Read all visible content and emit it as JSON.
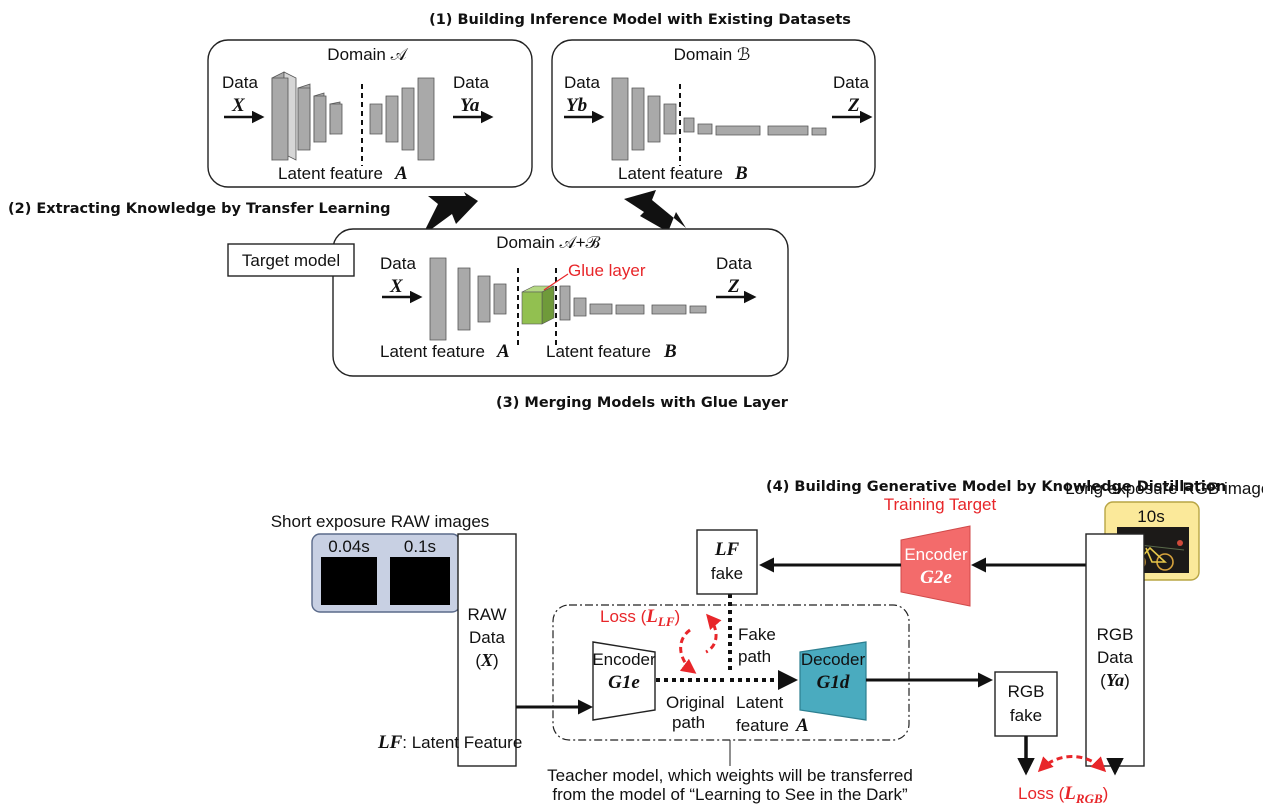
{
  "section1": {
    "title": "(1) Building Inference Model with Existing Datasets"
  },
  "section2": {
    "title": "(2) Extracting Knowledge by Transfer Learning"
  },
  "section3": {
    "title": "(3) Merging Models with Glue Layer"
  },
  "section4": {
    "title": "(4) Building Generative Model by Knowledge Distillation"
  },
  "domainA": {
    "title": "Domain 𝒜",
    "input_label": "Data",
    "input_var": "X",
    "output_label": "Data",
    "output_var": "Ya",
    "latent_label": "Latent feature",
    "latent_var": "A"
  },
  "domainB": {
    "title": "Domain ℬ",
    "input_label": "Data",
    "input_var": "Yb",
    "output_label": "Data",
    "output_var": "Z",
    "latent_label": "Latent feature",
    "latent_var": "B"
  },
  "merged": {
    "title": "Domain 𝒜+ℬ",
    "target_model": "Target model",
    "input_label": "Data",
    "input_var": "X",
    "output_label": "Data",
    "output_var": "Z",
    "glue_label": "Glue layer",
    "latentA_label": "Latent feature",
    "latentA_var": "A",
    "latentB_label": "Latent feature",
    "latentB_var": "B"
  },
  "distill": {
    "raw_title": "Short exposure RAW images",
    "raw_times": [
      "0.04s",
      "0.1s"
    ],
    "rgb_title": "Long exposure RGB images",
    "rgb_time": "10s",
    "training_target": "Training Target",
    "encoder_g2e": {
      "label": "Encoder",
      "var": "G2e"
    },
    "lf_fake": {
      "var": "LF",
      "label": "fake"
    },
    "raw_data": {
      "line1": "RAW",
      "line2": "Data",
      "var": "X"
    },
    "rgb_data": {
      "line1": "RGB",
      "line2": "Data",
      "var": "Ya"
    },
    "loss_lf": {
      "label": "Loss (",
      "var": "L",
      "sub": "LF",
      "close": ")"
    },
    "loss_rgb": {
      "label": "Loss (",
      "var": "L",
      "sub": "RGB",
      "close": ")"
    },
    "fake_path": [
      "Fake",
      "path"
    ],
    "original_path": [
      "Original",
      "path"
    ],
    "latent": {
      "line1": "Latent",
      "line2": "feature",
      "var": "A"
    },
    "encoder_g1e": {
      "label": "Encoder",
      "var": "G1e"
    },
    "decoder_g1d": {
      "label": "Decoder",
      "var": "G1d"
    },
    "rgb_fake": [
      "RGB",
      "fake"
    ],
    "lf_legend": {
      "var": "LF",
      "text": ": Latent Feature"
    },
    "teacher_note": [
      "Teacher model, which weights will be transferred",
      "from the model of “Learning to See in the Dark”"
    ]
  },
  "colors": {
    "red": "#e8262a",
    "encoder_red": "#f36b6b",
    "decoder_teal": "#4aabbf",
    "glue_green": "#92c050",
    "raw_panel": "#c8d0e3",
    "rgb_panel": "#fbe99a"
  }
}
